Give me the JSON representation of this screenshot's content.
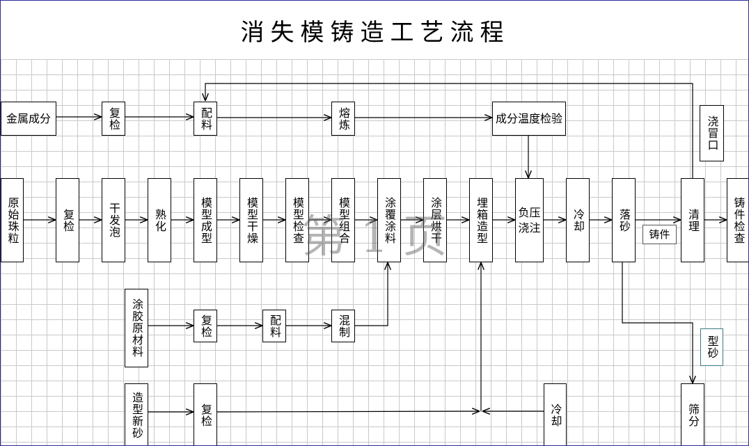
{
  "title": "消失模铸造工艺流程",
  "watermark": "第 1 页",
  "nodes": {
    "metal_composition": "金属成分",
    "recheck_metal": "复检",
    "batching_metal": "配料",
    "smelting": "熔炼",
    "composition_temp_check": "成分温度检验",
    "gate_riser": "浇冒口",
    "raw_beads": "原始珠粒",
    "recheck_beads": "复检",
    "pre_expansion": "干发泡",
    "curing": "熟化",
    "pattern_molding": "模型成型",
    "pattern_drying": "模型干燥",
    "pattern_inspection": "模型检查",
    "pattern_assembly": "模型组合",
    "coating_application": "涂覆涂料",
    "coating_drying": "涂层烘干",
    "box_molding": "埋箱造型",
    "vacuum_pouring": "负压浇注",
    "cooling": "冷却",
    "shakeout": "落砂",
    "casting_label": "铸件",
    "cleaning": "清理",
    "casting_inspection": "铸件检查",
    "coating_raw_materials": "涂胶原材料",
    "recheck_coating": "复检",
    "batching_coating": "配料",
    "mixing": "混制",
    "molding_sand_label": "型砂",
    "new_sand": "造型新砂",
    "recheck_sand": "复检",
    "cooling_sand": "冷却",
    "screening": "筛分"
  }
}
